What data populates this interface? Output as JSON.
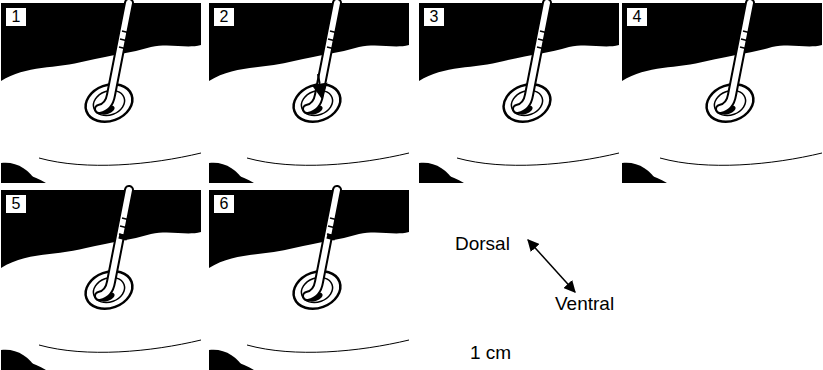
{
  "diagram": {
    "labels": [
      "1",
      "2",
      "3",
      "4",
      "5",
      "6",
      "Dorsal",
      "Ventral",
      "1 cm"
    ]
  }
}
